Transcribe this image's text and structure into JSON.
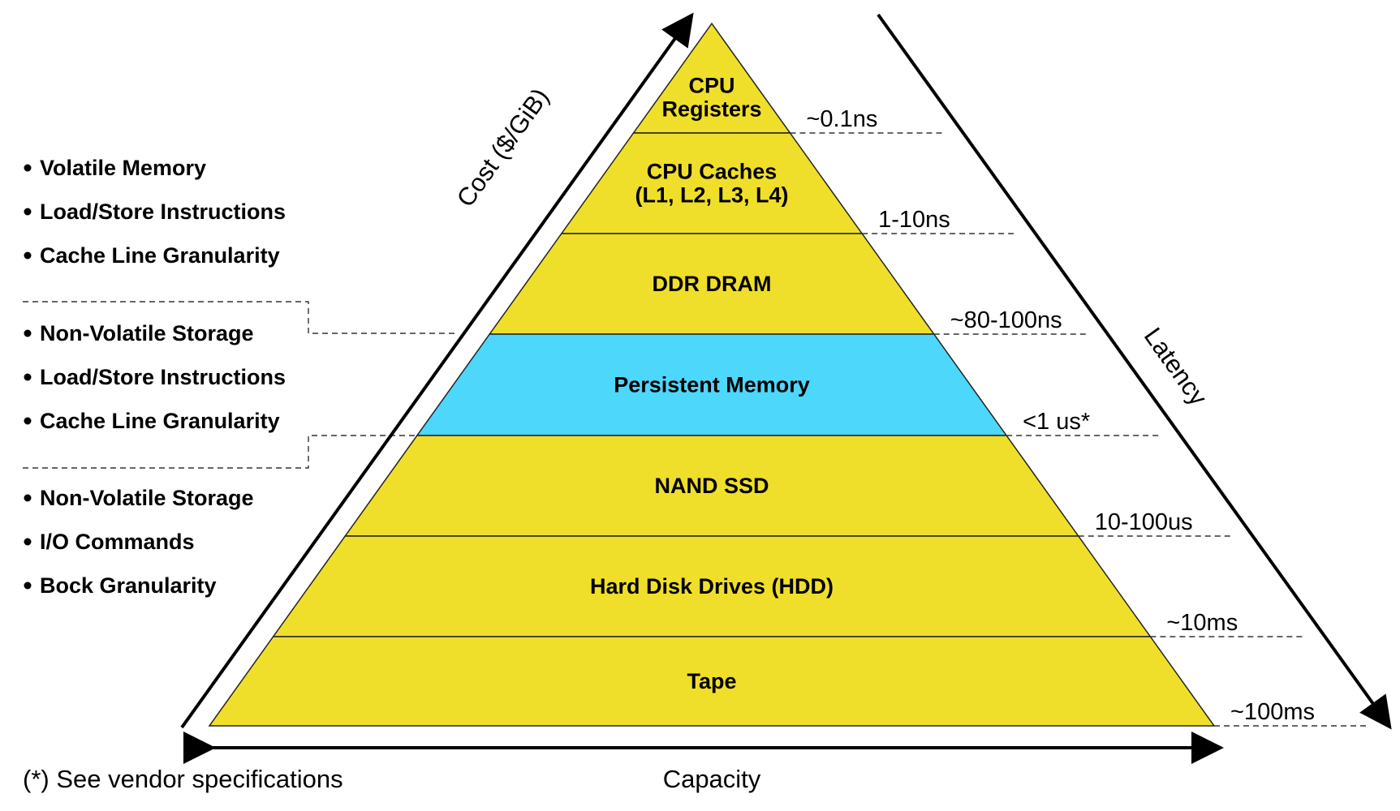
{
  "pyramid": {
    "tiers": [
      {
        "lines": [
          "CPU",
          "Registers"
        ],
        "color": "#F0DF2A"
      },
      {
        "lines": [
          "CPU Caches",
          "(L1, L2, L3, L4)"
        ],
        "color": "#F0DF2A"
      },
      {
        "lines": [
          "DDR DRAM"
        ],
        "color": "#F0DF2A"
      },
      {
        "lines": [
          "Persistent Memory"
        ],
        "color": "#4DD7FA"
      },
      {
        "lines": [
          "NAND SSD"
        ],
        "color": "#F0DF2A"
      },
      {
        "lines": [
          "Hard Disk Drives (HDD)"
        ],
        "color": "#F0DF2A"
      },
      {
        "lines": [
          "Tape"
        ],
        "color": "#F0DF2A"
      }
    ],
    "latencies": [
      "~0.1ns",
      "1-10ns",
      "~80-100ns",
      "<1 us*",
      "10-100us",
      "~10ms",
      "~100ms"
    ]
  },
  "axes": {
    "cost": "Cost ($/GiB)",
    "latency": "Latency",
    "capacity": "Capacity"
  },
  "groups": [
    {
      "items": [
        "Volatile Memory",
        "Load/Store Instructions",
        "Cache Line Granularity"
      ]
    },
    {
      "items": [
        "Non-Volatile Storage",
        "Load/Store Instructions",
        "Cache Line Granularity"
      ]
    },
    {
      "items": [
        "Non-Volatile Storage",
        "I/O Commands",
        "Bock Granularity"
      ]
    }
  ],
  "footnote": "(*) See vendor specifications"
}
